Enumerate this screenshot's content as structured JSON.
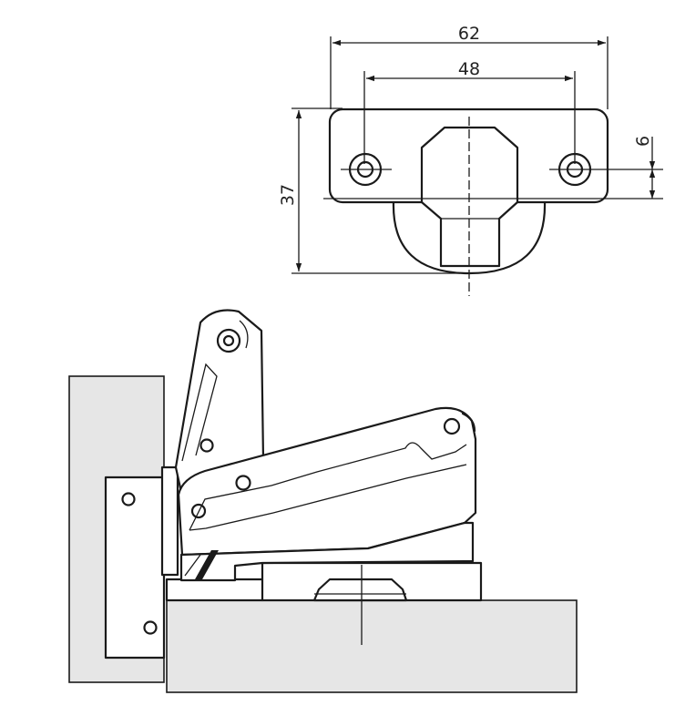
{
  "dimensions": {
    "overall_width": "62",
    "hole_spacing": "48",
    "height": "37",
    "offset": "6"
  }
}
